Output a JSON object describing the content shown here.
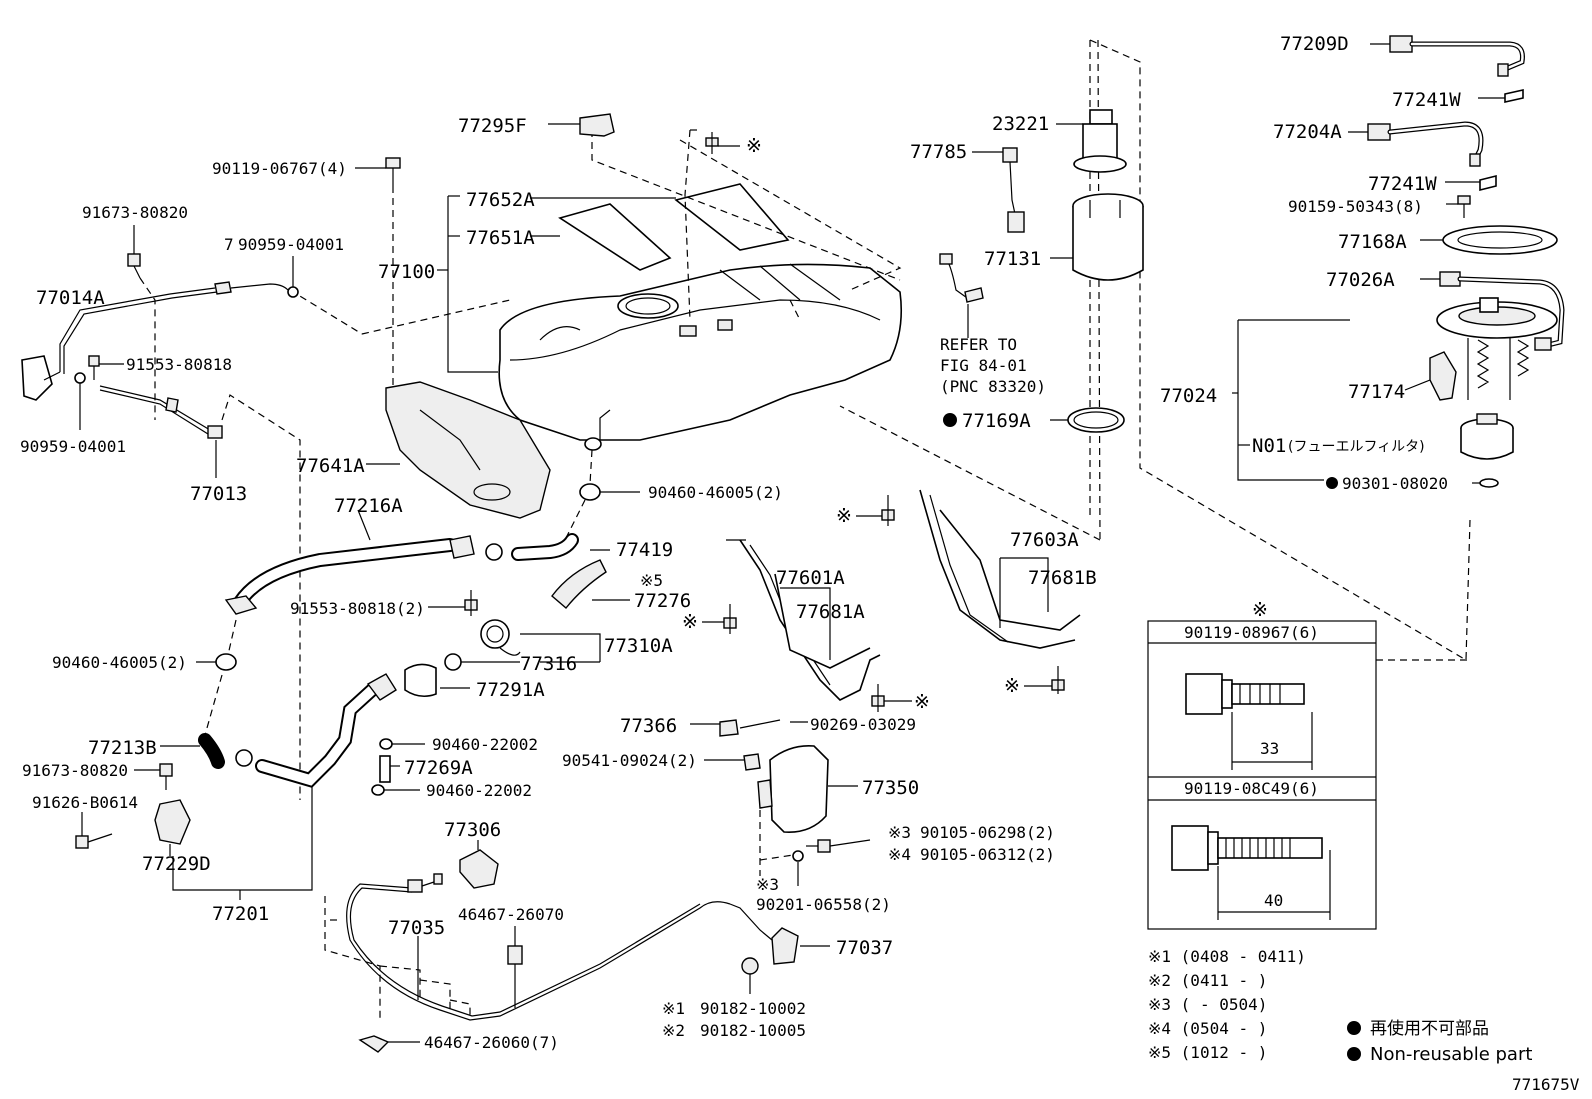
{
  "parts": {
    "p77209D": "77209D",
    "p77241W_a": "77241W",
    "p77204A": "77204A",
    "p77241W_b": "77241W",
    "p90159": "90159-50343(8)",
    "p77168A": "77168A",
    "p77026A": "77026A",
    "p77024": "77024",
    "p77174": "77174",
    "pN01": "N01",
    "pN01_jp": "(フューエルフィルタ)",
    "p90301": "90301-08020",
    "p23221": "23221",
    "p77785": "77785",
    "p77131": "77131",
    "p77169A": "77169A",
    "refer1": "REFER TO",
    "refer2": "FIG 84-01",
    "refer3": "(PNC 83320)",
    "p77295F": "77295F",
    "p90119_06767": "90119-06767(4)",
    "p77652A": "77652A",
    "p77651A": "77651A",
    "p77100": "77100",
    "p91673_80820_a": "91673-80820",
    "p90959_04001_a": "90959-04001",
    "p90959_04001_a_prefix": "7",
    "p77014A": "77014A",
    "p91553_80818": "91553-80818",
    "p90959_04001_b": "90959-04001",
    "p77013": "77013",
    "p77641A": "77641A",
    "p90460_46005_a": "90460-46005(2)",
    "p77216A": "77216A",
    "p77419": "77419",
    "p77276": "77276",
    "p77276_note": "※5",
    "p91553_80818_2": "91553-80818(2)",
    "p77310A": "77310A",
    "p77316": "77316",
    "p90460_46005_b": "90460-46005(2)",
    "p77291A": "77291A",
    "p77213B": "77213B",
    "p91673_80820_b": "91673-80820",
    "p91626": "91626-B0614",
    "p77229D": "77229D",
    "p90460_22002_a": "90460-22002",
    "p77269A": "77269A",
    "p90460_22002_b": "90460-22002",
    "p77201": "77201",
    "p77306": "77306",
    "p77035": "77035",
    "p46467_26070": "46467-26070",
    "p46467_26060": "46467-26060(7)",
    "p77601A": "77601A",
    "p77681A": "77681A",
    "p77603A": "77603A",
    "p77681B": "77681B",
    "p77366": "77366",
    "p90269": "90269-03029",
    "p90541": "90541-09024(2)",
    "p77350": "77350",
    "p90105_06298": "90105-06298(2)",
    "p90105_06312": "90105-06312(2)",
    "note3_a": "※3",
    "note4_a": "※4",
    "note3_b": "※3",
    "p90201": "90201-06558(2)",
    "p77037": "77037",
    "note1_a": "※1",
    "note2_a": "※2",
    "p90182_10002": "90182-10002",
    "p90182_10005": "90182-10005",
    "mark": "※"
  },
  "bolt_box": {
    "star": "※",
    "bolt1": "90119-08967(6)",
    "bolt1_len": "33",
    "bolt2": "90119-08C49(6)",
    "bolt2_len": "40"
  },
  "legend": {
    "n1": "※1 (0408 - 0411)",
    "n2": "※2 (0411 -      )",
    "n3": "※3 (      - 0504)",
    "n4": "※4 (0504 -      )",
    "n5": "※5 (1012 -      )",
    "dot_jp": "再使用不可部品",
    "dot_en": "Non-reusable part"
  },
  "figure_id": "771675V"
}
